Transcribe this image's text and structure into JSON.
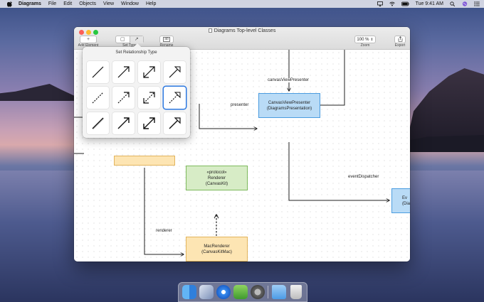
{
  "menubar": {
    "app_name": "Diagrams",
    "items": [
      "File",
      "Edit",
      "Objects",
      "View",
      "Window",
      "Help"
    ],
    "clock": "Tue 9:41 AM"
  },
  "window": {
    "title": "Diagrams Top-level Classes",
    "toolbar": {
      "add_element": "Add Element",
      "set_type": "Set Type",
      "rename": "Rename",
      "zoom_value": "100 %",
      "zoom_label": "Zoom",
      "export_label": "Export"
    }
  },
  "popover": {
    "title": "Set Relationship Type",
    "selected_index": 7
  },
  "diagram": {
    "nodes": {
      "canvas_view_presenter": [
        "CanvasViewPresenter",
        "(DiagramsPresentation)"
      ],
      "renderer": [
        "«protocol»",
        "Renderer",
        "(CanvasKit)"
      ],
      "mac_renderer": [
        "MacRenderer",
        "(CanvasKitMac)"
      ],
      "event_partial": [
        "Ev",
        "(Diag"
      ]
    },
    "edges": {
      "canvas_view_presenter": "canvasViewPresenter",
      "presenter": "presenter",
      "event_dispatcher": "eventDispatcher",
      "renderer": "renderer"
    }
  },
  "colors": {
    "blue_fill": "#b9dbf6",
    "green_fill": "#d7ecc6",
    "yellow_fill": "#fde5b3",
    "selection": "#2c78e0"
  }
}
